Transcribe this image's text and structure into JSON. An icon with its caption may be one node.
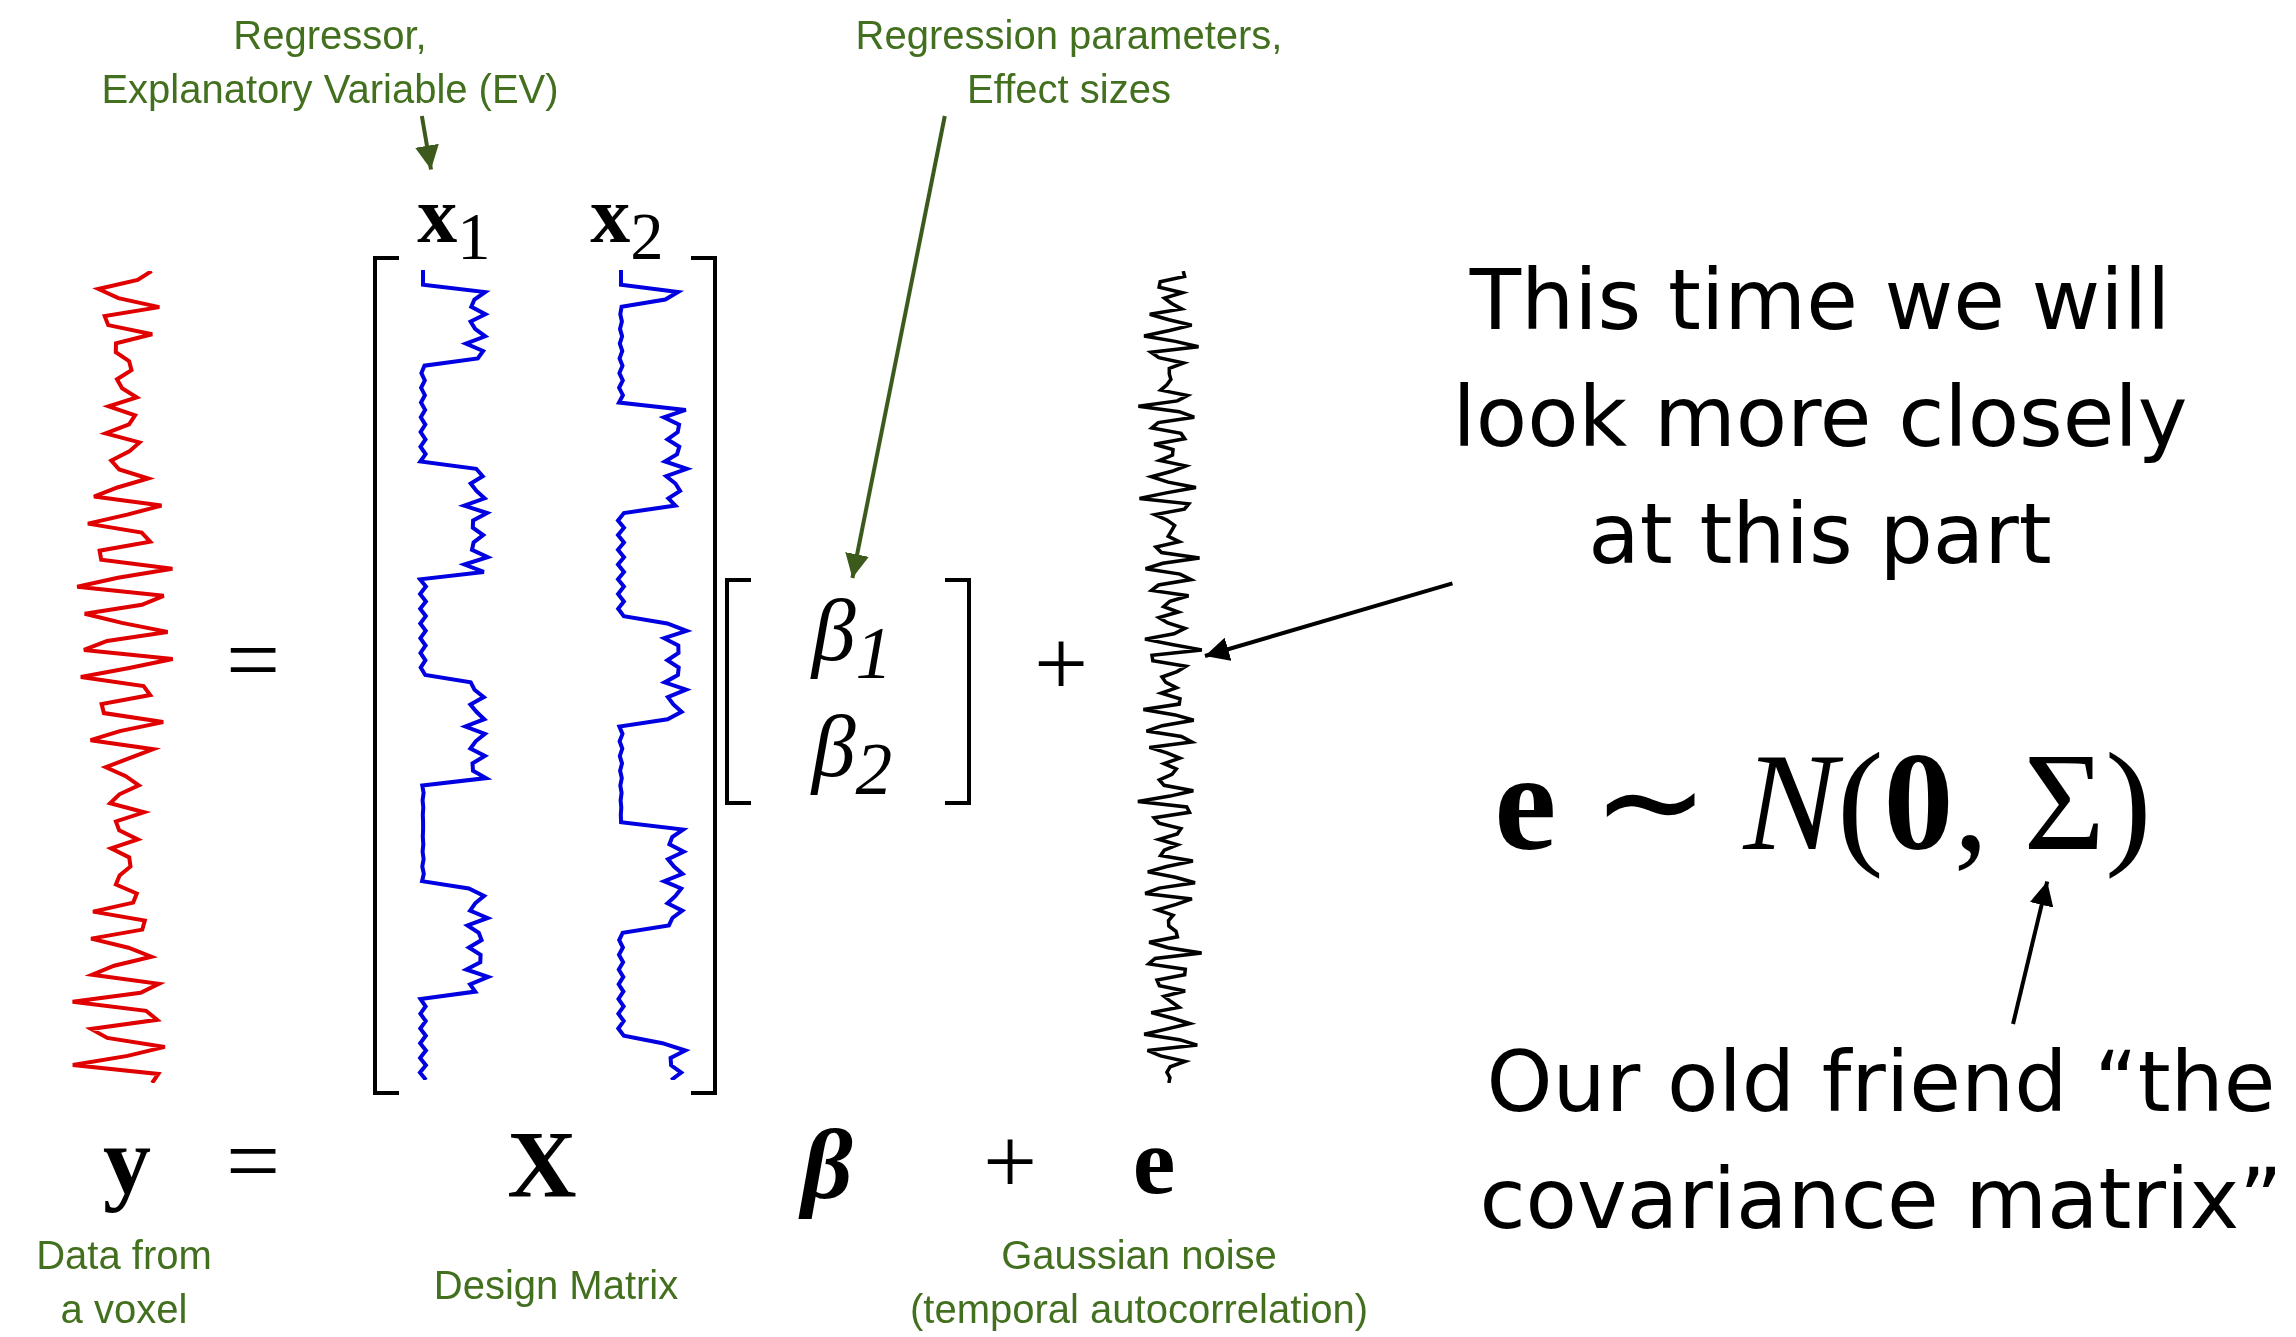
{
  "diagram": {
    "nodes": [
      {
        "text": [
          "Regressor, Explanatory Variable (EV)"
        ]
      },
      {
        "text": [
          "**x**$_{1}$"
        ]
      },
      {
        "text": [
          "Regression parameters, Effect sizes"
        ]
      },
      {
        "text": [
          "β$_{1}$",
          "β$_{2}$"
        ]
      },
      {
        "text": [
          "This time we will look more closely at this part"
        ]
      },
      {
        "text": [],
        "shape": "picture"
      },
      {
        "text": [
          "Our old friend “the covariance matrix”"
        ]
      },
      {
        "text": [
          "**e** ∼ *N*(**0**, Σ)"
        ]
      }
    ],
    "edges": [
      {
        "from": 0,
        "to": 1,
        "arrow": "to",
        "color": "#3b5a1b"
      },
      {
        "from": 2,
        "to": 3,
        "arrow": "to",
        "color": "#3b5a1b"
      },
      {
        "from": 4,
        "to": 5,
        "arrow": "to"
      },
      {
        "from": 6,
        "to": 7,
        "arrow": "to"
      }
    ],
    "labels": [
      "**x**$_{2}$",
      "=",
      "+",
      "y",
      "=",
      "X",
      "β",
      "+",
      "e",
      "Data from a voxel",
      "Design Matrix",
      "Gaussian noise (temporal autocorrelation)"
    ]
  }
}
